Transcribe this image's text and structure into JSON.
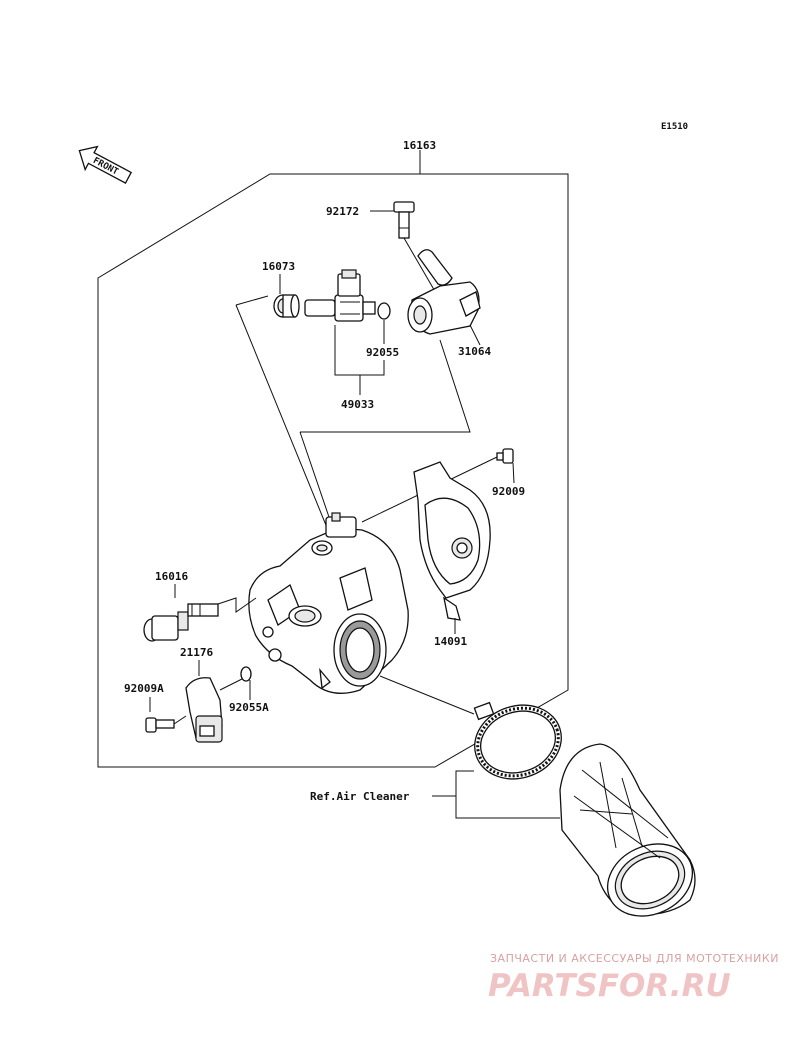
{
  "diagram_code": "E1510",
  "front_label": "FRONT",
  "parts": {
    "p16163": "16163",
    "p92172": "92172",
    "p16073": "16073",
    "p31064": "31064",
    "p92055": "92055",
    "p49033": "49033",
    "p92009": "92009",
    "p16016": "16016",
    "p14091": "14091",
    "p21176": "21176",
    "p92009A": "92009A",
    "p92055A": "92055A"
  },
  "reference": "Ref.Air Cleaner",
  "watermark": {
    "tagline": "ЗАПЧАСТИ И АКСЕССУАРЫ ДЛЯ МОТОТЕХНИКИ",
    "brand": "PARTSFOR.RU"
  }
}
